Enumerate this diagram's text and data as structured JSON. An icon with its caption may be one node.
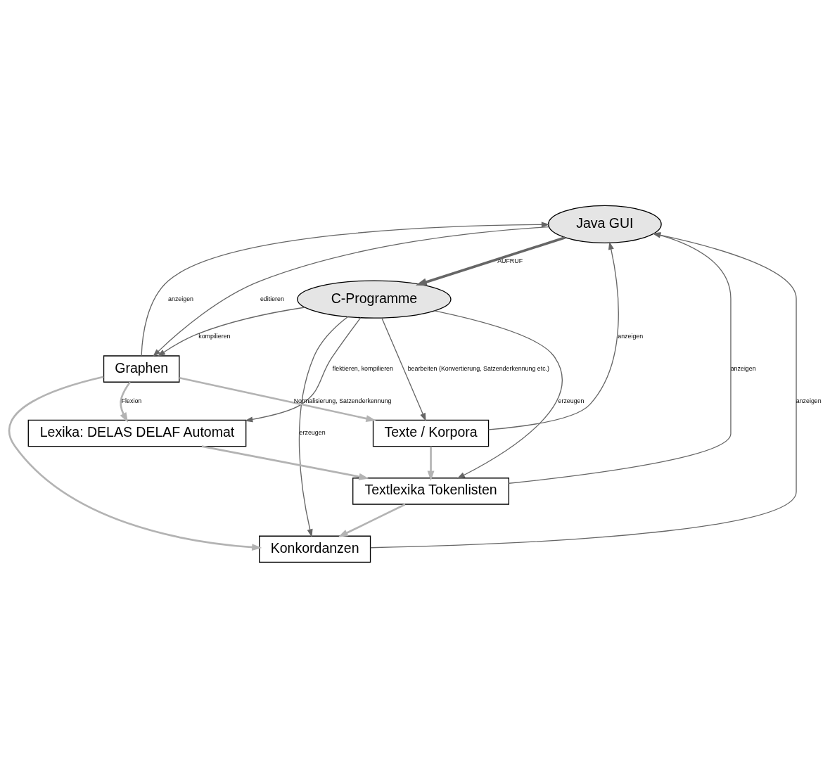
{
  "diagram": {
    "nodes": [
      {
        "text": [
          "Java GUI"
        ]
      },
      {
        "text": [
          "C-Programme"
        ]
      },
      {
        "text": [
          "Texte / Korpora"
        ]
      },
      {
        "text": [
          "Lexika: DELAS DELAF Automat"
        ]
      },
      {
        "text": [
          "Graphen"
        ]
      },
      {
        "text": [
          "Textlexika Tokenlisten"
        ]
      },
      {
        "text": [
          "Konkordanzen"
        ]
      }
    ],
    "edges": [
      {
        "from": 0,
        "to": 1,
        "arrow": "to",
        "label": "AUFRUF",
        "style": "thick"
      },
      {
        "from": 1,
        "to": 2,
        "arrow": "to",
        "label": "bearbeiten (Konvertierung, Satzenderkennung etc.)"
      },
      {
        "from": 1,
        "to": 3,
        "arrow": "to",
        "label": "flektieren, kompilieren"
      },
      {
        "from": 1,
        "to": 4,
        "arrow": "to",
        "label": "kompilieren"
      },
      {
        "from": 0,
        "to": 4,
        "arrow": "to",
        "label": "editieren"
      },
      {
        "from": 1,
        "to": 5,
        "arrow": "to",
        "label": "erzeugen"
      },
      {
        "from": 1,
        "to": 6,
        "arrow": "to",
        "label": "erzeugen"
      },
      {
        "from": 5,
        "to": 0,
        "arrow": "to",
        "label": "anzeigen"
      },
      {
        "from": 2,
        "to": 0,
        "arrow": "to",
        "label": "anzeigen"
      },
      {
        "from": 4,
        "to": 0,
        "arrow": "to",
        "label": "anzeigen"
      },
      {
        "from": 6,
        "to": 0,
        "arrow": "to",
        "label": "anzeigen"
      },
      {
        "from": 2,
        "to": 5,
        "arrow": "to",
        "color": "#b3b3b3"
      },
      {
        "from": 4,
        "to": 2,
        "arrow": "to",
        "label": "Normalisierung, Satzenderkennung",
        "color": "#b3b3b3"
      },
      {
        "from": 4,
        "to": 3,
        "arrow": "to",
        "label": "Flexion",
        "color": "#b3b3b3"
      },
      {
        "from": 3,
        "to": 5,
        "arrow": "to",
        "color": "#b3b3b3"
      },
      {
        "from": 4,
        "to": 6,
        "arrow": "to",
        "color": "#b3b3b3"
      },
      {
        "from": 5,
        "to": 6,
        "arrow": "to",
        "color": "#b3b3b3"
      }
    ]
  }
}
